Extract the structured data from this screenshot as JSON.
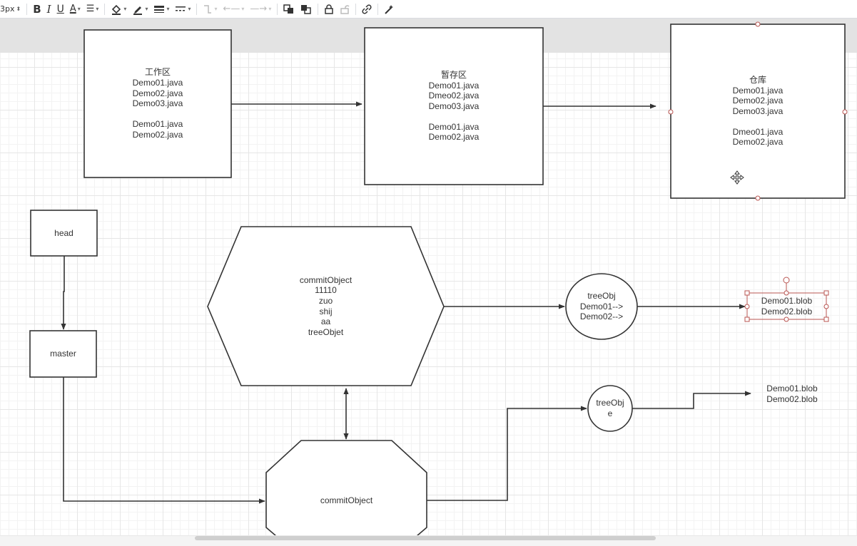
{
  "toolbar": {
    "font_size_fragment": "3px",
    "bold": "B",
    "italic": "I",
    "underline": "U",
    "font_color": "A"
  },
  "nodes": {
    "workspace": "工作区\nDemo01.java\nDemo02.java\nDemo03.java\n\nDemo01.java\nDemo02.java",
    "staging": "暂存区\nDemo01.java\nDmeo02.java\nDemo03.java\n\nDemo01.java\nDemo02.java",
    "repository": "仓库\nDemo01.java\nDemo02.java\nDemo03.java\n\nDmeo01.java\nDemo02.java",
    "head": "head",
    "master": "master",
    "commit_hex": "commitObject\n11110\nzuo\nshij\naa\ntreeObjet",
    "tree_obj_1": "treeObj\nDemo01-->\nDemo02-->",
    "blob_group_1": "Demo01.blob\nDemo02.blob",
    "tree_obj_2": "treeObj\ne",
    "blob_group_2": "Demo01.blob\nDemo02.blob",
    "commit_oct": "commitObject"
  },
  "colors": {
    "stroke": "#333333",
    "selection": "#b85450",
    "page_gap": "#e3e3e3"
  }
}
